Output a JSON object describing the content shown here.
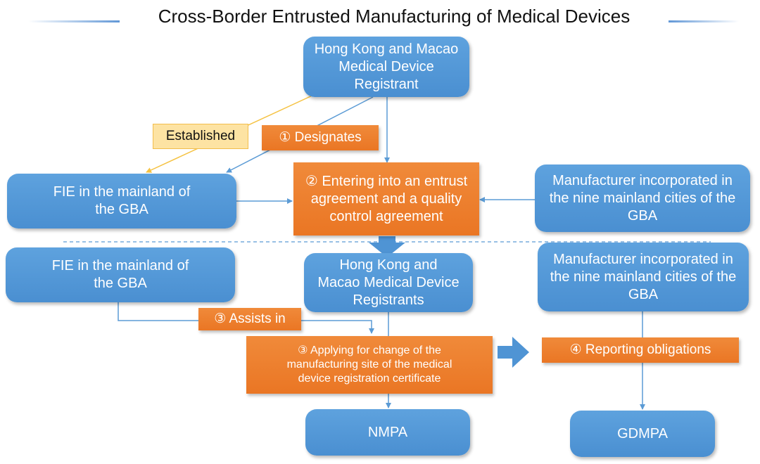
{
  "title": "Cross-Border Entrusted Manufacturing of Medical Devices",
  "nodes": {
    "registrant_top": "Hong Kong and Macao Medical Device Registrant",
    "fie_top": "FIE in the mainland of the GBA",
    "manufacturer_top": "Manufacturer incorporated in the nine mainland cities of the GBA",
    "fie_bottom": "FIE in the mainland of the GBA",
    "registrants_bottom": "Hong Kong and Macao Medical Device Registrants",
    "manufacturer_bottom": "Manufacturer incorporated in the nine mainland cities of the GBA",
    "nmpa": "NMPA",
    "gdmpa": "GDMPA"
  },
  "labels": {
    "established": "Established",
    "designates": "① Designates",
    "entering": "② Entering into an entrust agreement and a quality control agreement",
    "assists": "③ Assists in",
    "applying": "③ Applying for change of the manufacturing site of the medical device registration certificate",
    "reporting": "④ Reporting obligations"
  },
  "colors": {
    "node_blue": "#4f94d4",
    "label_orange": "#ed7d31",
    "label_yellow": "#fde3a3",
    "connector_blue": "#5b9bd5",
    "connector_yellow": "#f5c242"
  }
}
